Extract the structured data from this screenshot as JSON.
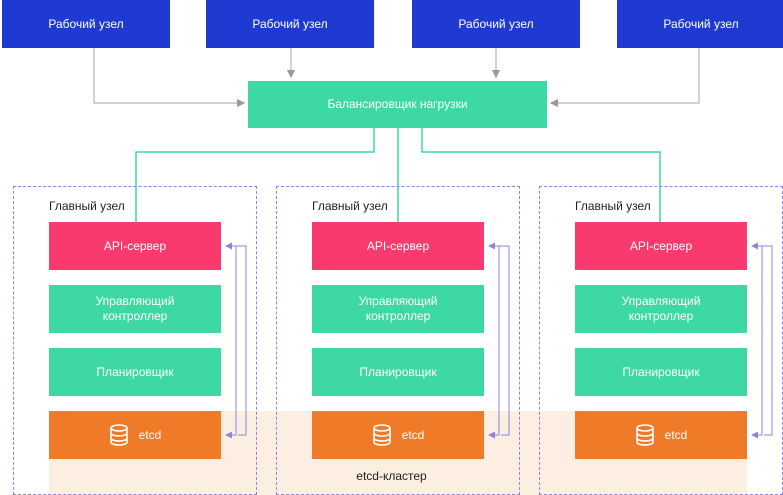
{
  "workers": [
    {
      "label": "Рабочий узел"
    },
    {
      "label": "Рабочий узел"
    },
    {
      "label": "Рабочий узел"
    },
    {
      "label": "Рабочий узел"
    }
  ],
  "balancer": {
    "label": "Балансировщик нагрузки"
  },
  "masters": [
    {
      "label": "Главный узел",
      "api": "API-сервер",
      "controller": "Управляющий\nконтроллер",
      "scheduler": "Планировщик",
      "etcd": "etcd"
    },
    {
      "label": "Главный узел",
      "api": "API-сервер",
      "controller": "Управляющий\nконтроллер",
      "scheduler": "Планировщик",
      "etcd": "etcd"
    },
    {
      "label": "Главный узел",
      "api": "API-сервер",
      "controller": "Управляющий\nконтроллер",
      "scheduler": "Планировщик",
      "etcd": "etcd"
    }
  ],
  "etcd_cluster": {
    "label": "etcd-кластер"
  },
  "colors": {
    "worker": "#1f3ad1",
    "balancer": "#3ed9a3",
    "api": "#f83a6e",
    "component": "#3ed9a3",
    "etcd": "#ef7a27",
    "cluster_band": "#fdeee2",
    "frame": "#8a86e0"
  }
}
